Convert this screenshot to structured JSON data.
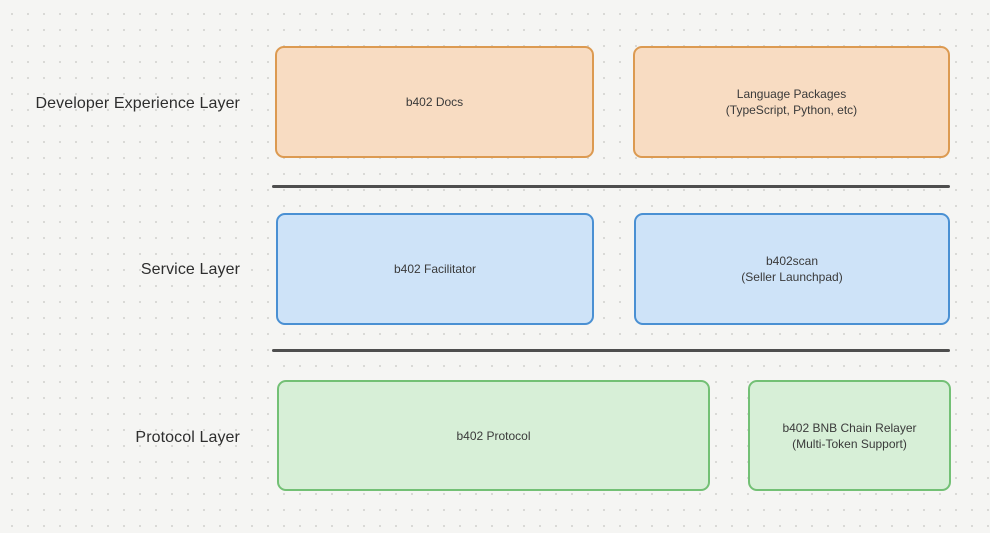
{
  "canvas": {
    "background_color": "#f5f5f3",
    "dot_grid_color": "#d9d9d6",
    "divider_color": "#4e4e4e",
    "text_color": "#3a3a3a"
  },
  "layers": [
    {
      "label": "Developer Experience Layer",
      "box_fill": "#f8dcc2",
      "box_border": "#dc9a51",
      "boxes": [
        {
          "lines": [
            "b402 Docs"
          ]
        },
        {
          "lines": [
            "Language Packages",
            "(TypeScript, Python, etc)"
          ]
        }
      ]
    },
    {
      "label": "Service Layer",
      "box_fill": "#cee3f8",
      "box_border": "#4a90d3",
      "boxes": [
        {
          "lines": [
            "b402 Facilitator"
          ]
        },
        {
          "lines": [
            "b402scan",
            "(Seller Launchpad)"
          ]
        }
      ]
    },
    {
      "label": "Protocol Layer",
      "box_fill": "#d7efd7",
      "box_border": "#73c075",
      "boxes": [
        {
          "lines": [
            "b402 Protocol"
          ]
        },
        {
          "lines": [
            "b402 BNB Chain Relayer",
            "(Multi-Token Support)"
          ]
        }
      ]
    }
  ]
}
